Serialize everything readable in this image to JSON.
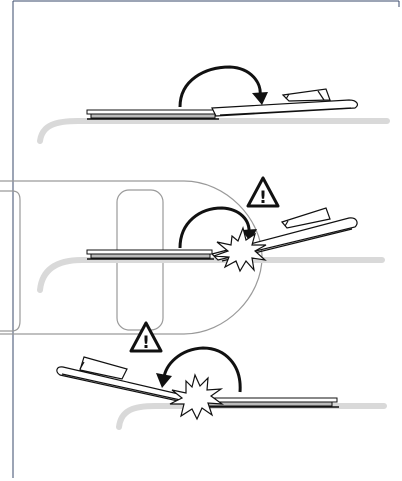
{
  "diagram": {
    "steps": [
      {
        "id": "step-1",
        "warning": false,
        "collision": false
      },
      {
        "id": "step-2",
        "warning": true,
        "collision": true
      },
      {
        "id": "step-3",
        "warning": true,
        "collision": true
      }
    ],
    "warning_glyph": "!",
    "colors": {
      "frame": "#3a4a6b",
      "stroke": "#111111",
      "rail": "#d9d9d9",
      "background_shape": "#9a9a9a",
      "fill": "#ffffff"
    },
    "icons": [
      "warning-triangle-icon",
      "rotation-arrow-icon",
      "collision-burst-icon"
    ]
  }
}
